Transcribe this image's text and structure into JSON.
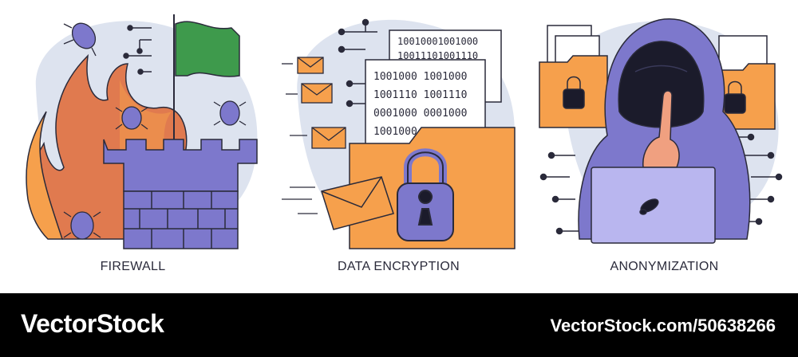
{
  "panels": [
    {
      "label": "FIREWALL"
    },
    {
      "label": "DATA ENCRYPTION"
    },
    {
      "label": "ANONYMIZATION"
    }
  ],
  "binary": {
    "back": [
      "10010001001000",
      "10011101001110"
    ],
    "front": [
      "1001000 1001000",
      "1001110 1001110",
      "0001000 0001000",
      "1001000"
    ]
  },
  "footer": {
    "brand": "VectorStock",
    "url": "VectorStock.com/50638266"
  },
  "colors": {
    "purple": "#7d78cc",
    "orange": "#f6a04c",
    "fire": "#e07a4f",
    "green": "#3e9a4c",
    "blob": "#dde3ef",
    "stroke": "#2a2a3a"
  }
}
